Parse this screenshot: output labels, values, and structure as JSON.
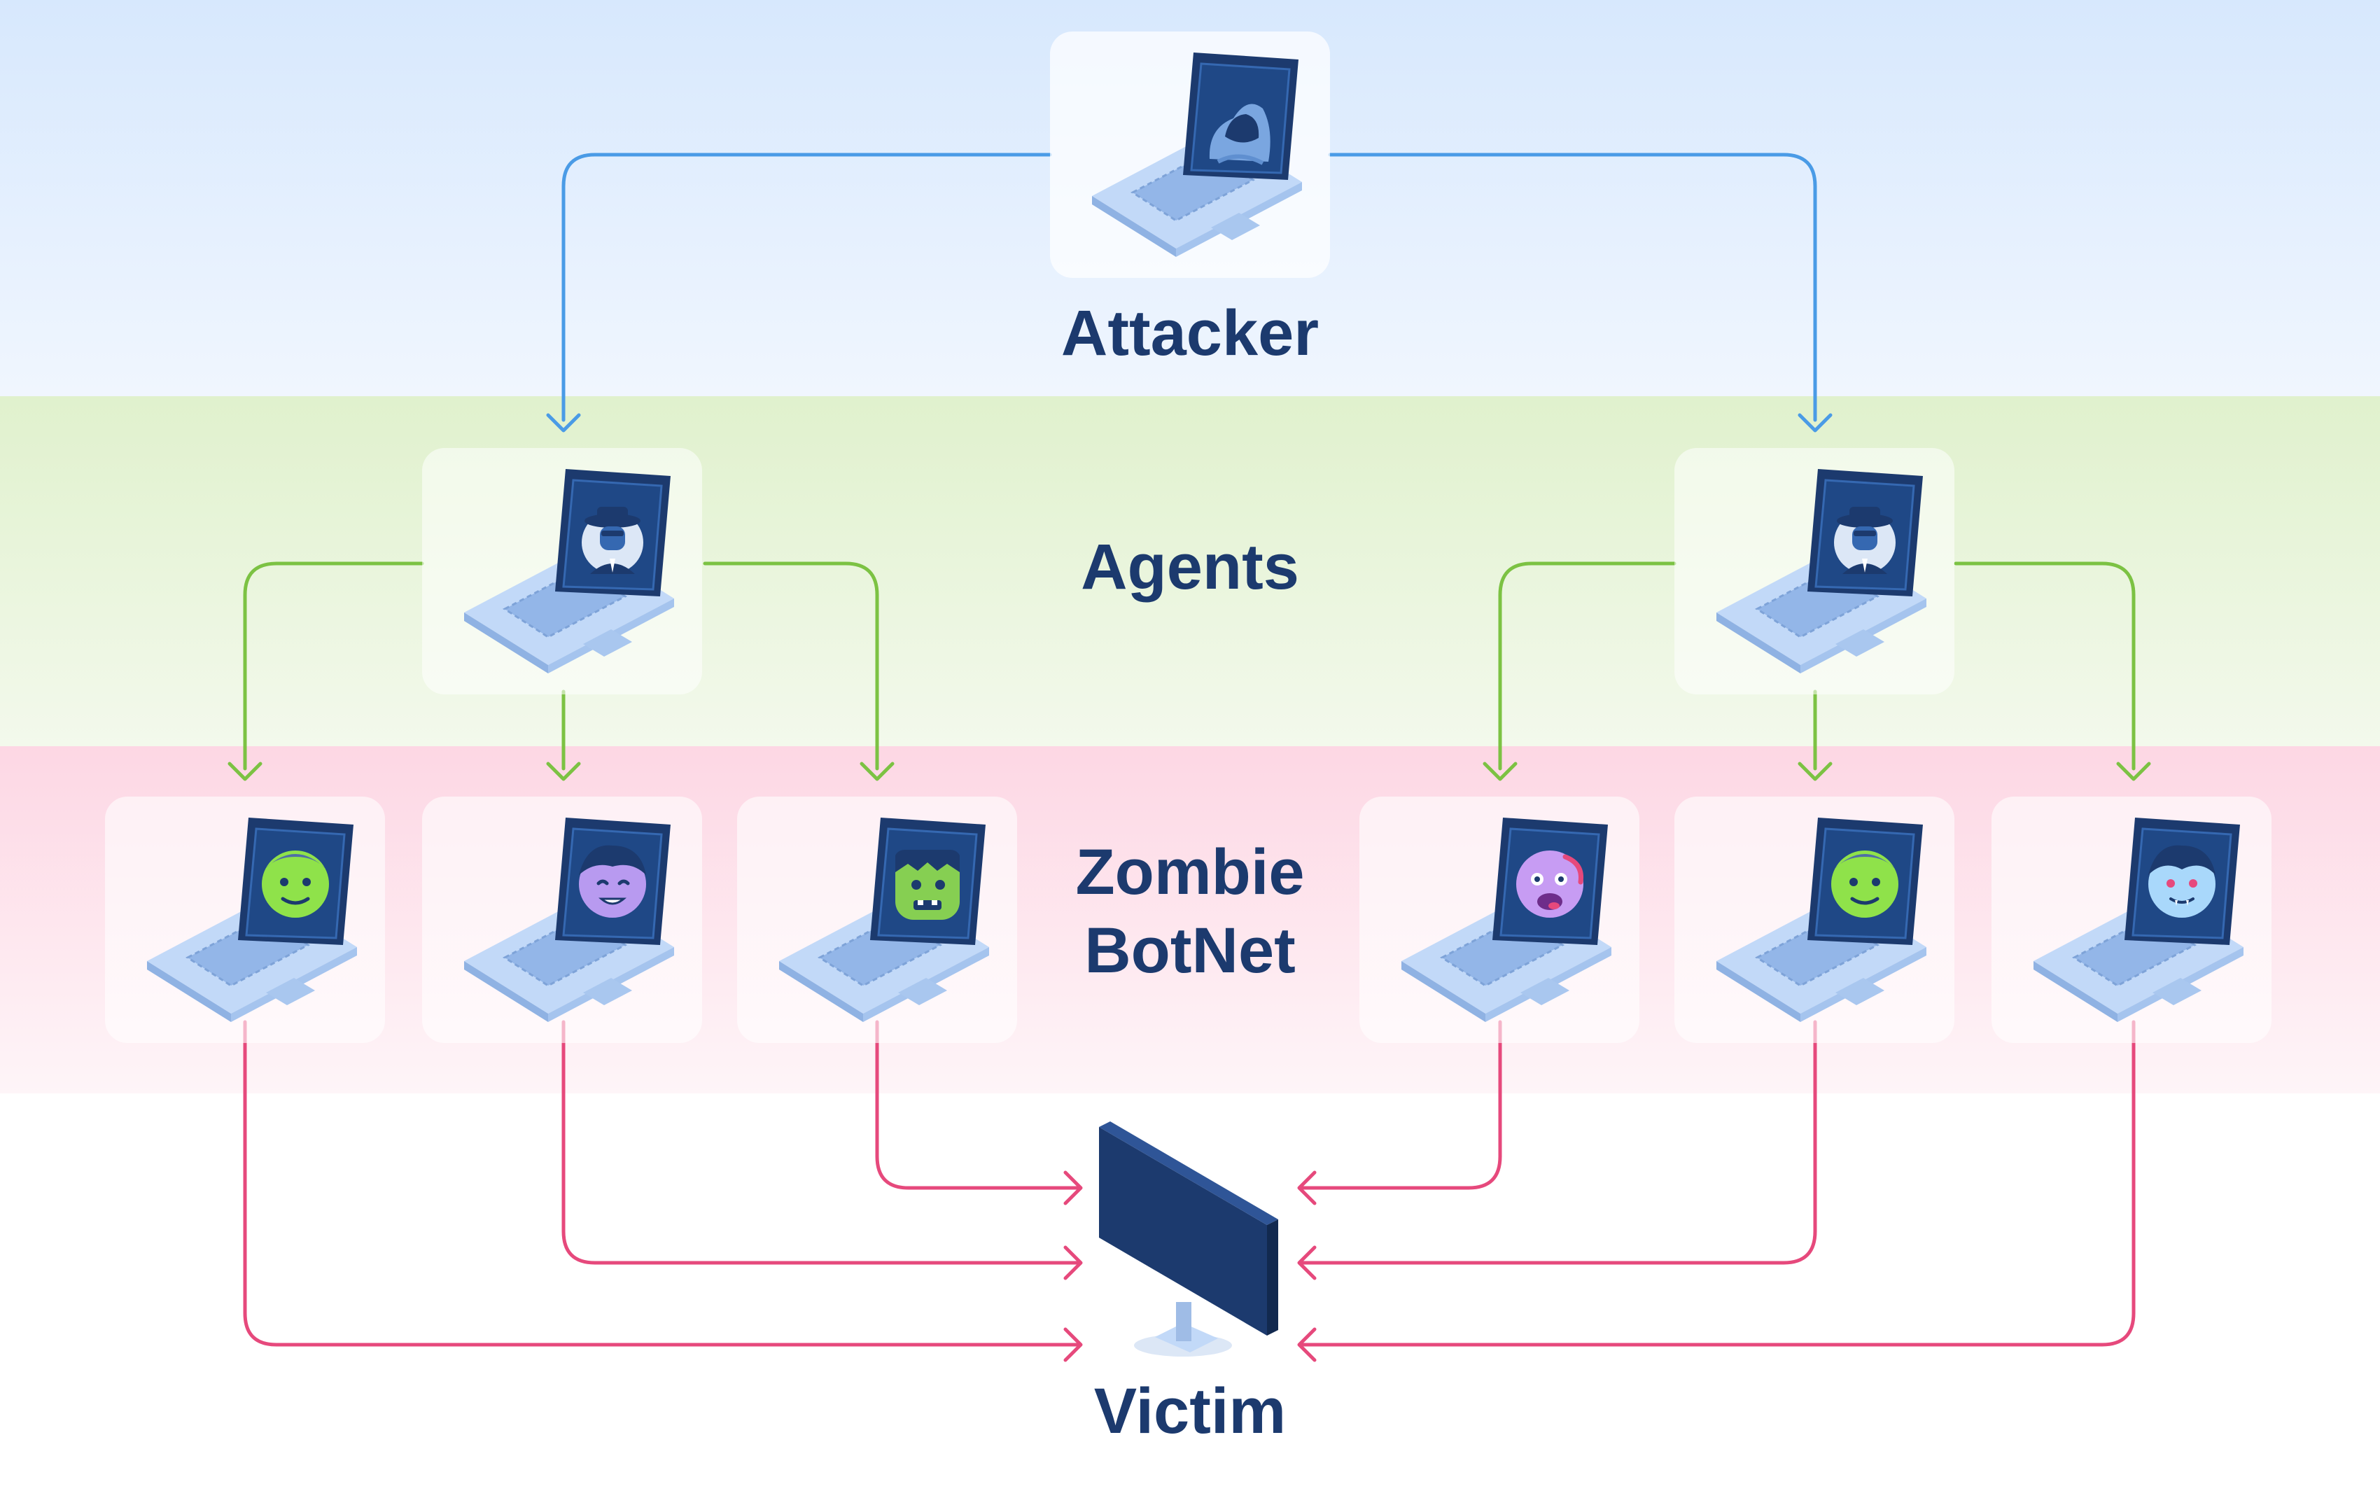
{
  "labels": {
    "attacker": "Attacker",
    "agents": "Agents",
    "zombie_line1": "Zombie",
    "zombie_line2": "BotNet",
    "victim": "Victim"
  },
  "colors": {
    "attacker_band": "#dcebfd",
    "agents_band": "#e4f2d3",
    "zombie_band": "#fddbe6",
    "attacker_arrow": "#4a9be6",
    "agent_arrow": "#7cc243",
    "zombie_arrow": "#e6497c",
    "label_text": "#1c3a6e",
    "screen": "#1c3a6e"
  },
  "nodes": {
    "attacker": {
      "icon": "hooded-hacker-icon"
    },
    "agents": [
      {
        "icon": "spy-agent-icon"
      },
      {
        "icon": "spy-agent-icon"
      }
    ],
    "zombies": [
      {
        "icon": "green-zombie-face-icon",
        "face": "#8fe24a"
      },
      {
        "icon": "purple-vampire-face-icon",
        "face": "#b89af0"
      },
      {
        "icon": "frankenstein-face-icon",
        "face": "#86cf52"
      },
      {
        "icon": "purple-zombie-face-icon",
        "face": "#c79cf3"
      },
      {
        "icon": "green-zombie-face-icon",
        "face": "#8fe24a"
      },
      {
        "icon": "blue-vampire-face-icon",
        "face": "#a9d8fb"
      }
    ],
    "victim": {
      "icon": "desktop-monitor-icon"
    }
  }
}
